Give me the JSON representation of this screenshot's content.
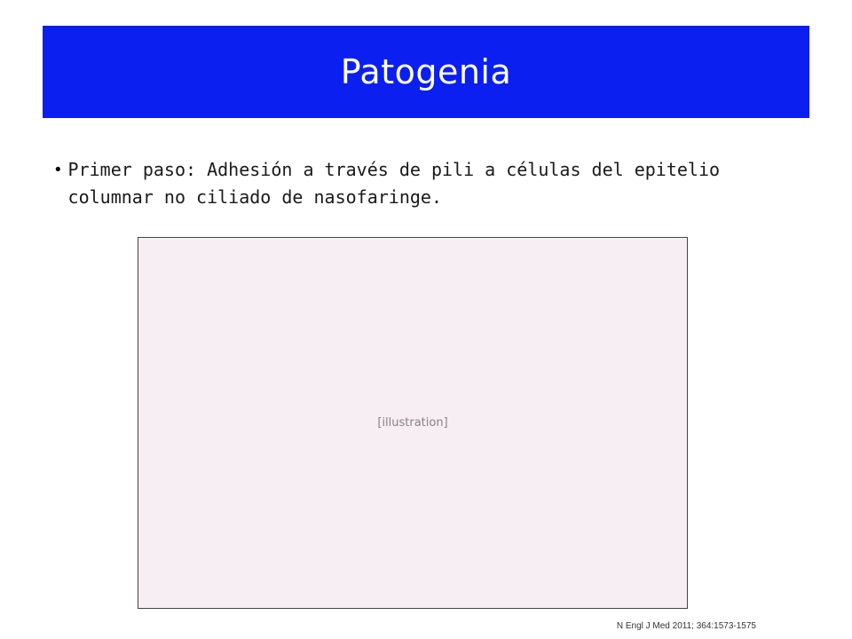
{
  "slide": {
    "title": "Patogenia",
    "bullet": "Primer paso: Adhesión a través de pili a células del epitelio columnar no ciliado de nasofaringe.",
    "citation": "N Engl J Med 2011; 364:1573-1575"
  },
  "figure": {
    "placeholder": "[illustration]"
  },
  "colors": {
    "title_bar": "#0a1ff0"
  }
}
